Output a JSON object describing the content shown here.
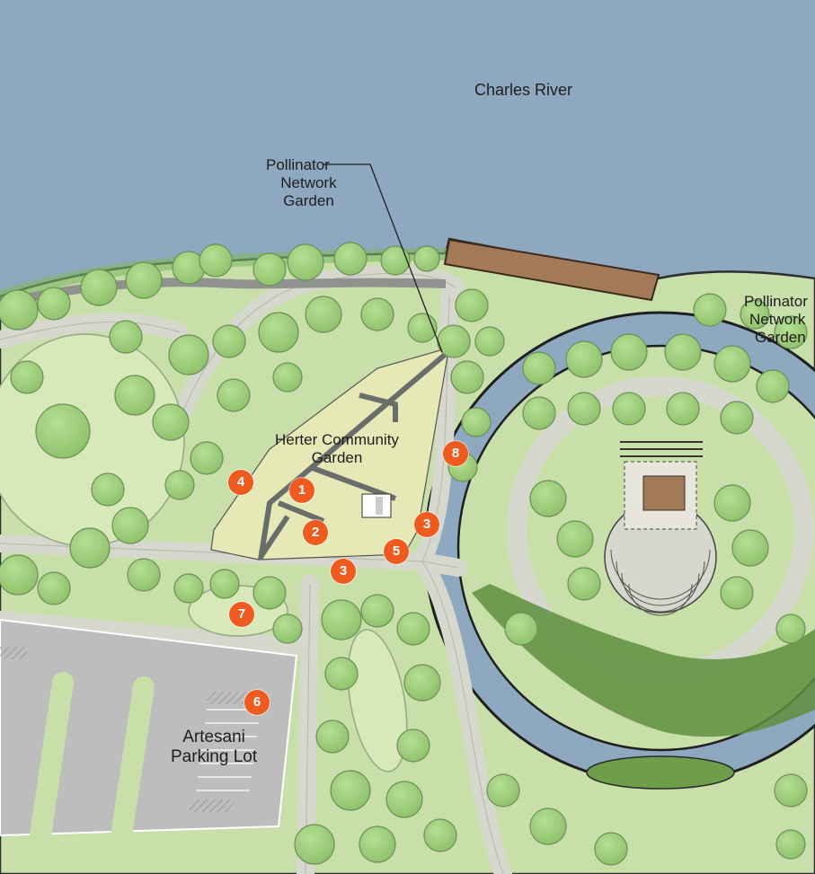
{
  "labels": {
    "river": "Charles River",
    "pollinator_left": [
      "Pollinator",
      "Network",
      "Garden"
    ],
    "pollinator_right": [
      "Pollinator",
      "Network",
      "Garden"
    ],
    "community_garden": [
      "Herter Community",
      "Garden"
    ],
    "parking_lot": [
      "Artesani",
      "Parking Lot"
    ]
  },
  "markers": [
    "1",
    "2",
    "3",
    "3",
    "4",
    "5",
    "6",
    "7",
    "8"
  ],
  "colors": {
    "water": "#8fa8bd",
    "park_lawn": "#c9dfa9",
    "path": "#d6d8cd",
    "tree": "#9ccd7c",
    "community_garden": "#e4e6b4",
    "parking": "#bcbcbc",
    "dock": "#a07a5a",
    "marker": "#ef5a1f"
  }
}
